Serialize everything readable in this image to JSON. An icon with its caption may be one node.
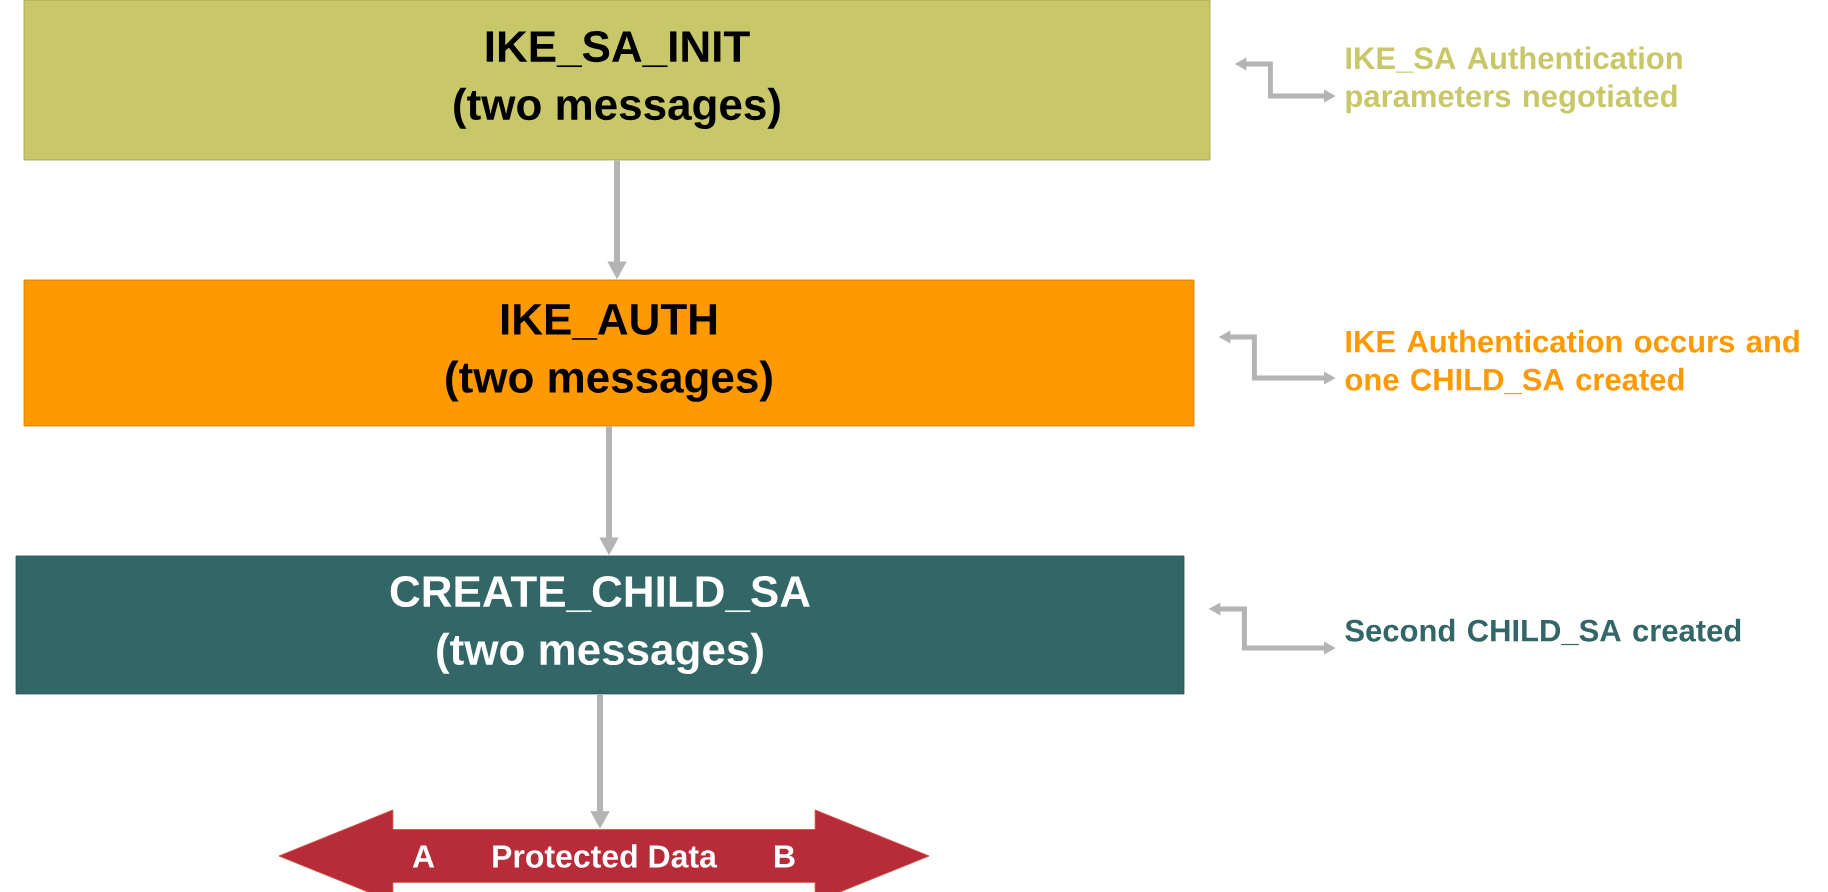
{
  "diagram": {
    "nodes": [
      {
        "text": [
          "IKE_SA_INIT",
          "(two messages)"
        ]
      },
      {
        "text": [
          "IKE_SA Authentication parameters negotiated"
        ]
      },
      {
        "text": [
          "IKE_AUTH",
          "(two messages)"
        ]
      },
      {
        "text": [
          "IKE Authentication occurs and one CHILD_SA created"
        ]
      },
      {
        "text": [
          "CREATE_CHILD_SA",
          "(two messages)"
        ]
      },
      {
        "text": [
          "Second CHILD_SA created"
        ]
      },
      {
        "text": [
          "A",
          "Protected Data",
          "B"
        ]
      }
    ],
    "edges": [
      {
        "from": 0,
        "to": 2,
        "arrow": "to"
      },
      {
        "from": 2,
        "to": 4,
        "arrow": "to"
      },
      {
        "from": 4,
        "to": 6,
        "arrow": "to"
      },
      {
        "from": 0,
        "to": 1,
        "arrow": "both"
      },
      {
        "from": 2,
        "to": 3,
        "arrow": "both"
      },
      {
        "from": 4,
        "to": 5,
        "arrow": "both"
      }
    ]
  }
}
